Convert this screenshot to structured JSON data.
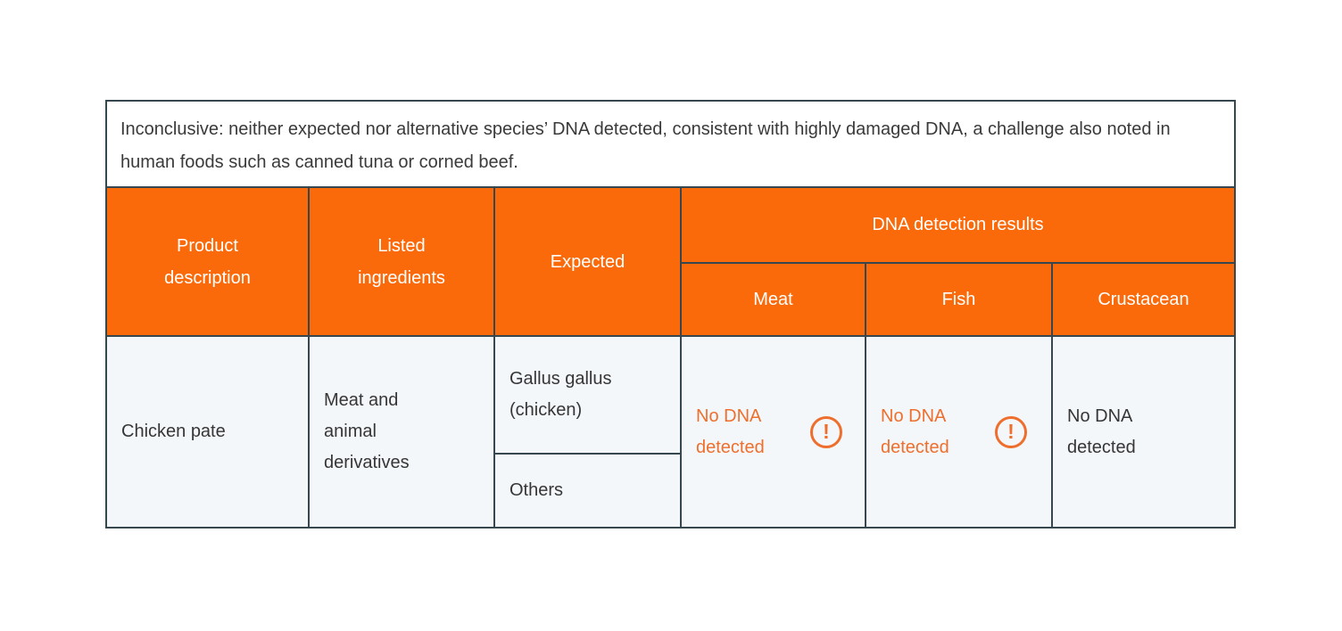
{
  "colors": {
    "header_bg": "#FA6A0A",
    "alert_orange": "#EE6F2D",
    "border": "#37474F",
    "cell_bg": "#F4F7FA",
    "header_text": "#FFFFFF"
  },
  "note": {
    "text": "Inconclusive: neither expected nor alternative species’ DNA detected, consistent with highly damaged DNA, a challenge also noted in human foods such as canned tuna or corned beef."
  },
  "table": {
    "headers": {
      "product_description": "Product description",
      "listed_ingredients": "Listed ingredients",
      "expected": "Expected",
      "dna_detection_results": "DNA detection results",
      "sub": [
        "Meat",
        "Fish",
        "Crustacean"
      ]
    },
    "row": {
      "product_description": "Chicken pate",
      "listed_ingredients": "Meat and animal derivatives",
      "expected_primary": "Gallus gallus (chicken)",
      "expected_secondary": "Others",
      "meat": {
        "text": "No DNA detected",
        "status": "alert",
        "icon": "exclamation-circle",
        "icon_glyph": "!"
      },
      "fish": {
        "text": "No DNA detected",
        "status": "alert",
        "icon": "exclamation-circle",
        "icon_glyph": "!"
      },
      "crustacean": {
        "text": "No DNA detected",
        "status": "normal"
      }
    }
  }
}
